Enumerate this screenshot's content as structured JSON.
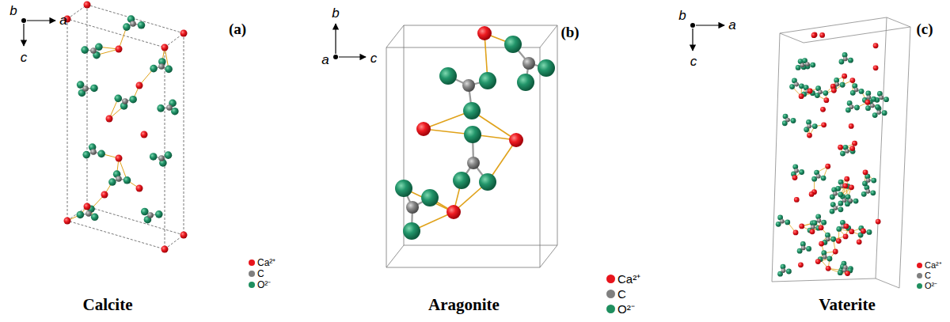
{
  "diagram": {
    "labels": [
      "b",
      "a",
      "c",
      "(a)",
      "b",
      "a",
      "c",
      "(b)",
      "b",
      "a",
      "c",
      "(c)",
      "Calcite",
      "Aragonite",
      "Vaterite"
    ],
    "legend": [
      {
        "text": "Ca²⁺",
        "color": "#e8141c"
      },
      {
        "text": "C",
        "color": "#7f7f7f"
      },
      {
        "text": "O²⁻",
        "color": "#1f8f5f"
      },
      {
        "text": "Ca²⁺",
        "color": "#e8141c"
      },
      {
        "text": "C",
        "color": "#7f7f7f"
      },
      {
        "text": "O²⁻",
        "color": "#1f8f5f"
      },
      {
        "text": "Ca²⁺",
        "color": "#e8141c"
      },
      {
        "text": "C",
        "color": "#7f7f7f"
      },
      {
        "text": "O²⁻",
        "color": "#1f8f5f"
      }
    ]
  }
}
